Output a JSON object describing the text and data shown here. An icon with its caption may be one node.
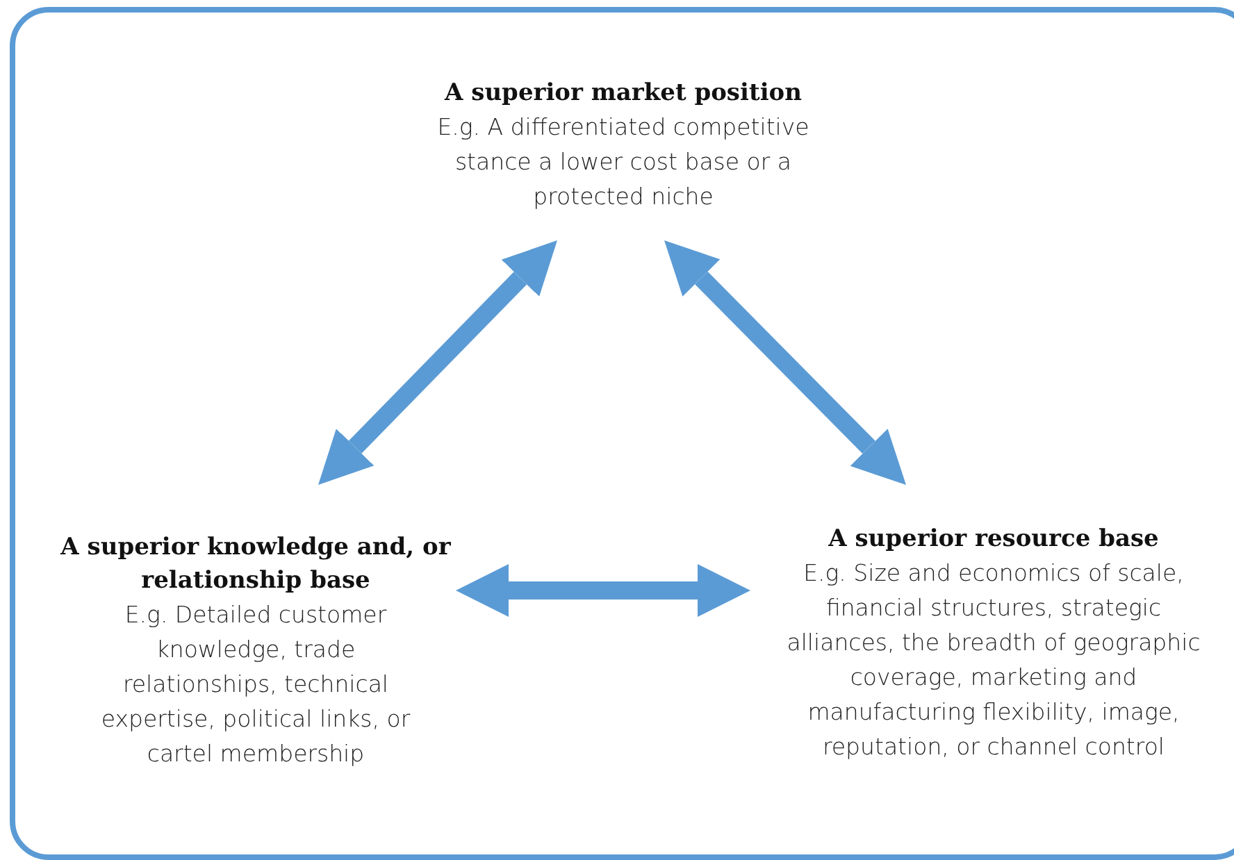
{
  "diagram": {
    "nodes": [
      {
        "text": [],
        "shape": "box"
      },
      {
        "text": [
          "A superior market position",
          "E.g. A differentiated competitive stance a lower cost base or a protected niche"
        ],
        "in": 0
      },
      {
        "text": [
          "A superior knowledge and, or relationship base",
          "E.g. Detailed customer knowledge, trade relationships, technical expertise, political links, or cartel membership"
        ],
        "in": 0
      },
      {
        "text": [
          "A superior resource base",
          "E.g. Size and economics of scale, financial structures, strategic alliances, the breadth of geographic coverage, marketing and manufacturing flexibility, image, reputation, or channel control"
        ],
        "in": 0
      }
    ],
    "edges": [
      {
        "from": 1,
        "to": 2,
        "arrow": "both"
      },
      {
        "from": 1,
        "to": 3,
        "arrow": "both"
      },
      {
        "from": 2,
        "to": 3,
        "arrow": "both"
      }
    ]
  }
}
